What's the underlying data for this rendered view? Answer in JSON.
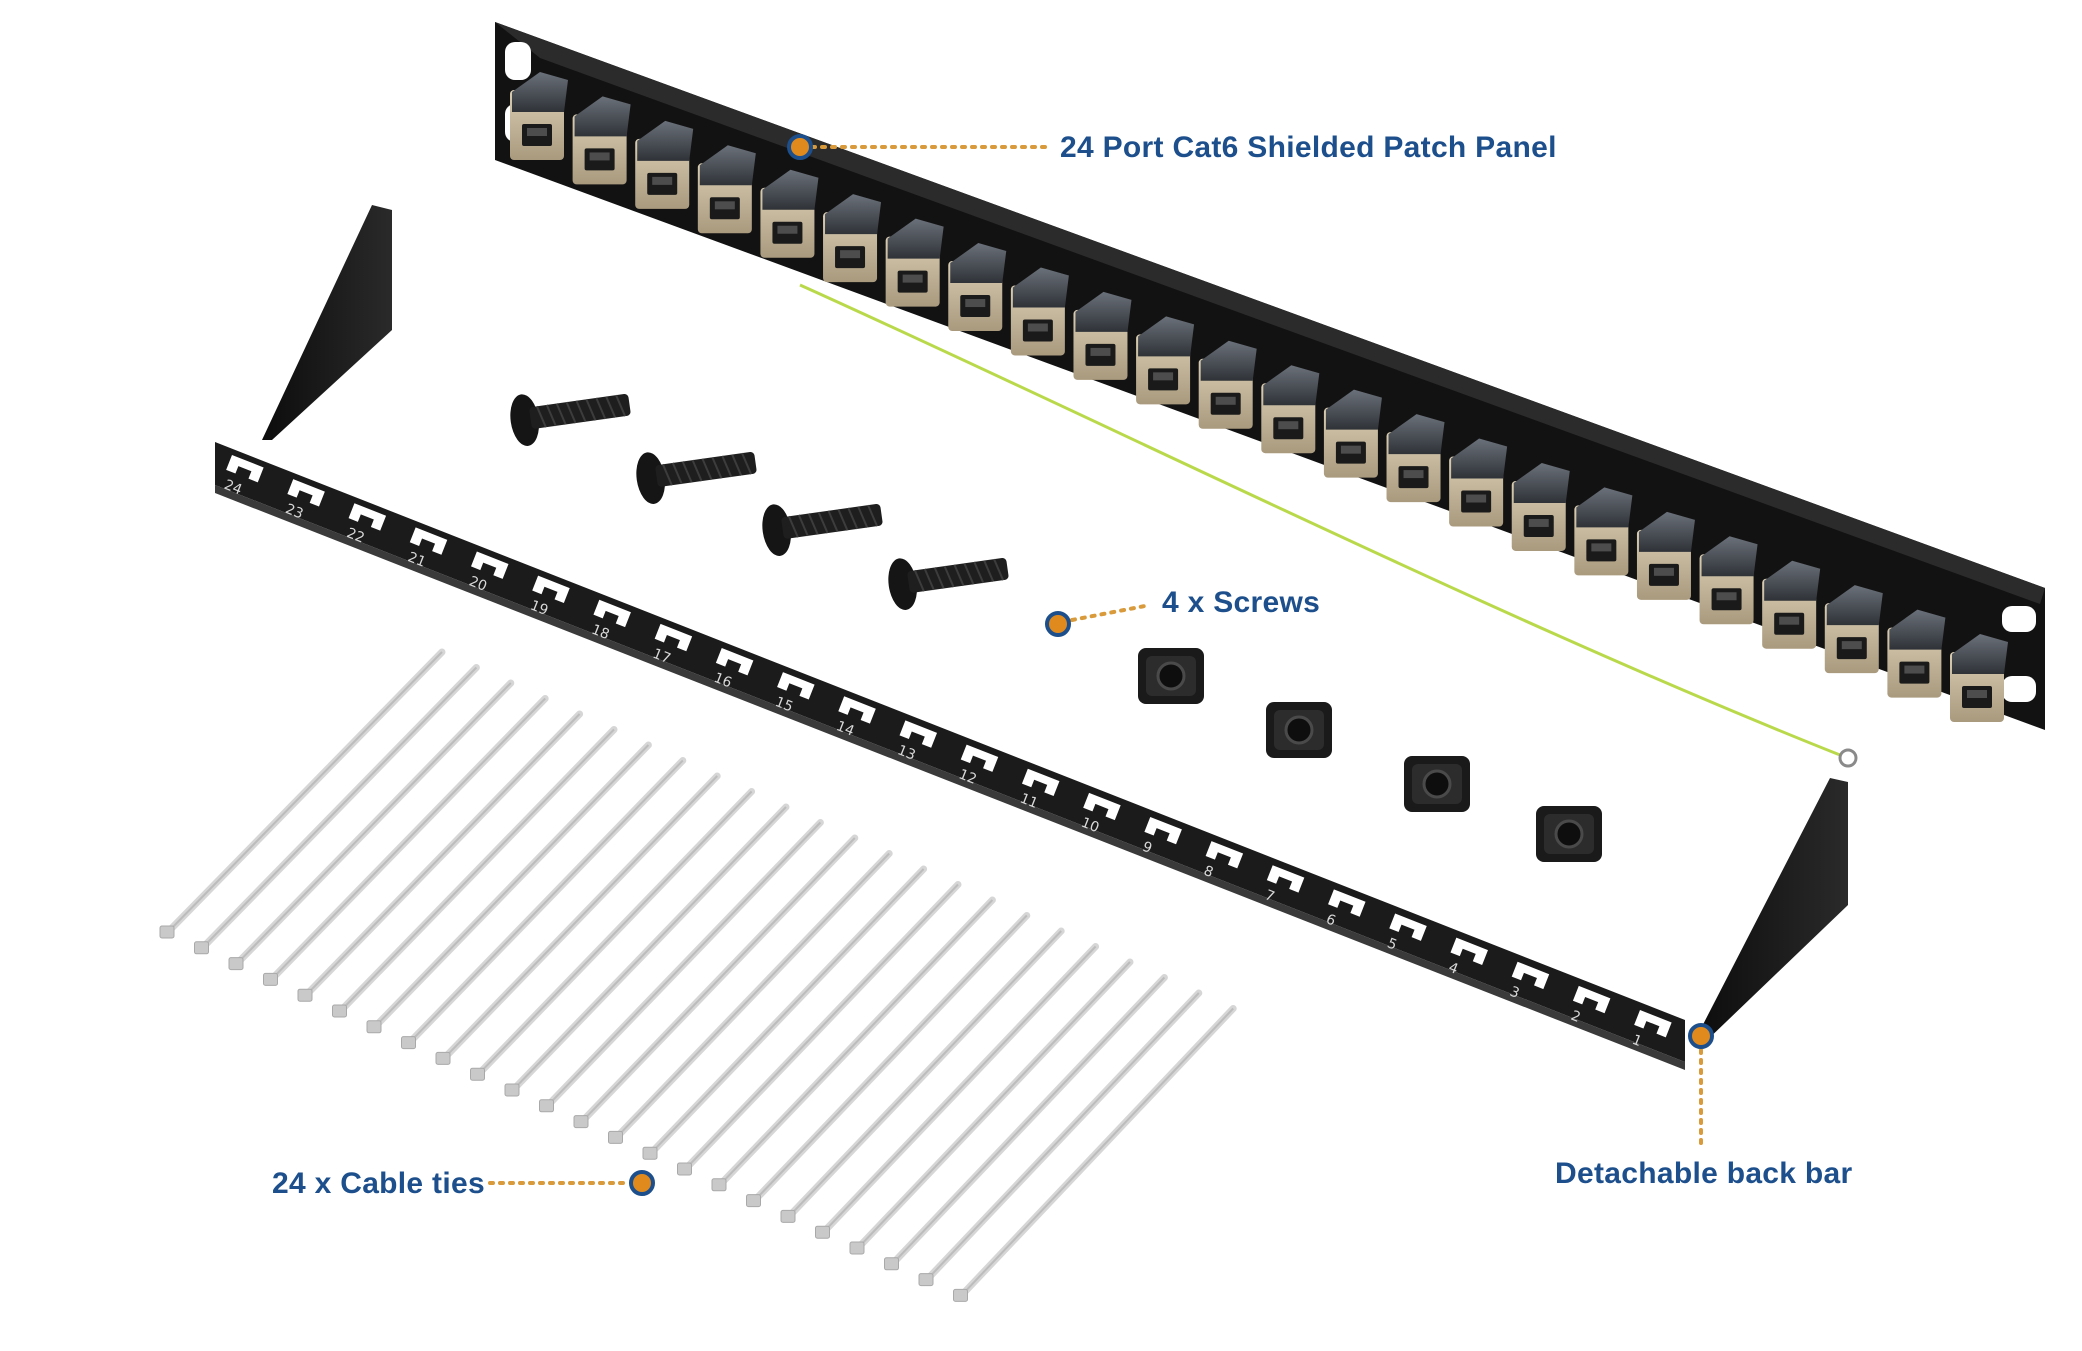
{
  "colors": {
    "label": "#1c4f8c",
    "dot_fill": "#e08a1e",
    "dot_ring": "#1c4f8c",
    "leader": "#d89a3a",
    "panel": "#161616",
    "keystone": "#c6b79b",
    "jack_cap": "#4a4f57",
    "bar": "#1d1d1d",
    "tie": "#d6d6d6",
    "ground_wire": "#b9d94b"
  },
  "callouts": {
    "patch_panel": "24 Port Cat6 Shielded Patch Panel",
    "screws": "4 x Screws",
    "cable_ties": "24 x Cable ties",
    "back_bar": "Detachable back bar"
  },
  "bar_port_numbers": [
    "24",
    "23",
    "22",
    "21",
    "20",
    "19",
    "18",
    "17",
    "16",
    "15",
    "14",
    "13",
    "12",
    "11",
    "10",
    "9",
    "8",
    "7",
    "6",
    "5",
    "4",
    "3",
    "2",
    "1"
  ],
  "counts": {
    "ports": 24,
    "screws": 4,
    "cage_nuts": 4,
    "cable_ties": 24
  }
}
